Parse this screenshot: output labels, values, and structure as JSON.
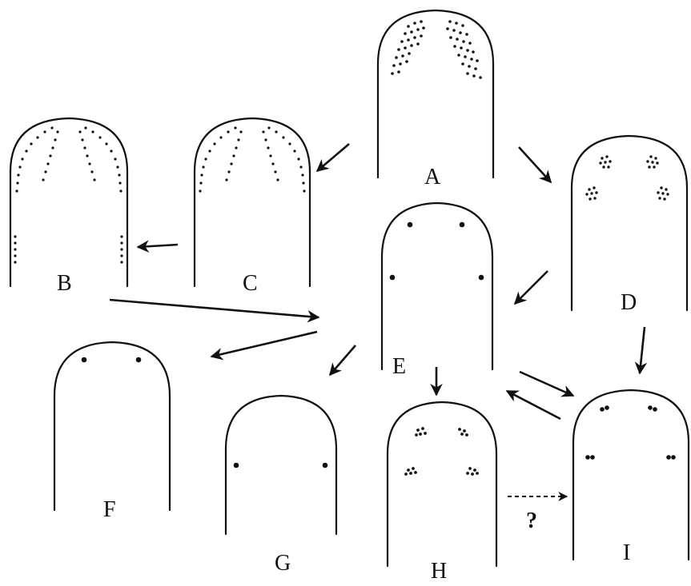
{
  "figure": {
    "panels": [
      {
        "id": "A",
        "label": "A",
        "pattern": "dense clusters of dots at the apex"
      },
      {
        "id": "B",
        "label": "B",
        "pattern": "radiating rows of dots plus lateral rows near the base"
      },
      {
        "id": "C",
        "label": "C",
        "pattern": "radiating rows of dots at the apex"
      },
      {
        "id": "D",
        "label": "D",
        "pattern": "four small clusters of dots"
      },
      {
        "id": "E",
        "label": "E",
        "pattern": "four single dots"
      },
      {
        "id": "F",
        "label": "F",
        "pattern": "two single apical dots"
      },
      {
        "id": "G",
        "label": "G",
        "pattern": "two single lateral dots"
      },
      {
        "id": "H",
        "label": "H",
        "pattern": "four small clusters of dots"
      },
      {
        "id": "I",
        "label": "I",
        "pattern": "four paired dots"
      }
    ],
    "transitions": [
      {
        "from": "A",
        "to": "C",
        "style": "solid"
      },
      {
        "from": "A",
        "to": "D",
        "style": "solid"
      },
      {
        "from": "C",
        "to": "B",
        "style": "solid"
      },
      {
        "from": "B",
        "to": "E",
        "style": "solid"
      },
      {
        "from": "D",
        "to": "E",
        "style": "solid"
      },
      {
        "from": "D",
        "to": "I",
        "style": "solid"
      },
      {
        "from": "E",
        "to": "F",
        "style": "solid"
      },
      {
        "from": "E",
        "to": "G",
        "style": "solid"
      },
      {
        "from": "E",
        "to": "H",
        "style": "solid"
      },
      {
        "from": "E",
        "to": "I",
        "style": "solid"
      },
      {
        "from": "I",
        "to": "E",
        "style": "solid"
      },
      {
        "from": "H",
        "to": "I",
        "style": "dashed",
        "label": "?"
      }
    ]
  }
}
